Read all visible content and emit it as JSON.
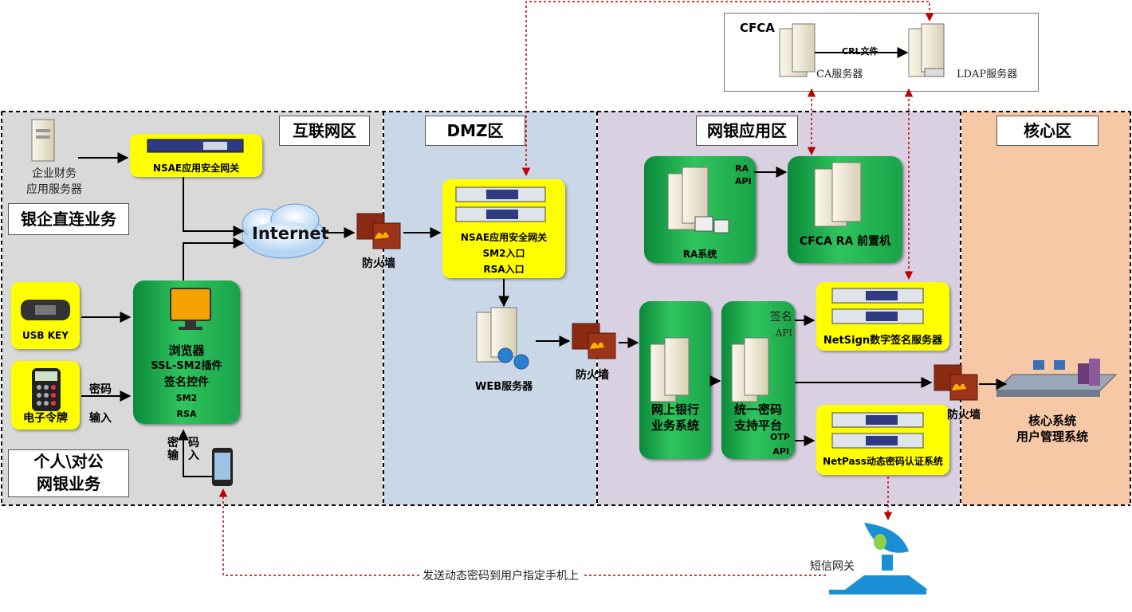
{
  "zones": {
    "internet": "互联网区",
    "dmz": "DMZ区",
    "netbank_app": "网银应用区",
    "core": "核心区"
  },
  "cfca": {
    "title": "CFCA",
    "crl_label": "CRL文件",
    "ca_server": "CA服务器",
    "ldap_server": "LDAP服务器"
  },
  "left": {
    "enterprise_server_line1": "企业财务",
    "enterprise_server_line2": "应用服务器",
    "bank_enterprise": "银企直连业务",
    "nsae_gateway": "NSAE应用安全网关",
    "usb_key": "USB KEY",
    "token": "电子令牌",
    "password_label": "密码",
    "input_label": "输入",
    "browser_lines": [
      "浏览器",
      "SSL-SM2插件",
      "签名控件",
      "SM2",
      "RSA"
    ],
    "password_input_vertical": "密输",
    "code_enter_vertical": "码入",
    "personal_line1": "个人\\对公",
    "personal_line2": "网银业务",
    "internet": "Internet",
    "firewall": "防火墙"
  },
  "dmz": {
    "gateway_lines": [
      "NSAE应用安全网关",
      "SM2入口",
      "RSA入口"
    ],
    "web_server": "WEB服务器",
    "firewall": "防火墙"
  },
  "app": {
    "ra_api": [
      "RA",
      "API"
    ],
    "ra_system": "RA系统",
    "cfca_ra": "CFCA RA 前置机",
    "netbank_lines": [
      "网上银行",
      "业务系统"
    ],
    "otp_platform_lines": [
      "统一密码",
      "支持平台"
    ],
    "sign_api": [
      "签名",
      "API"
    ],
    "otp_api": [
      "OTP",
      "API"
    ],
    "netsign": "NetSign数字签名服务器",
    "netpass": "NetPass动态密码认证系统",
    "firewall": "防火墙"
  },
  "core": {
    "system_line1": "核心系统",
    "system_line2": "用户管理系统"
  },
  "bottom": {
    "sms_gateway": "短信网关",
    "send_otp": "发送动态密码到用户指定手机上"
  }
}
